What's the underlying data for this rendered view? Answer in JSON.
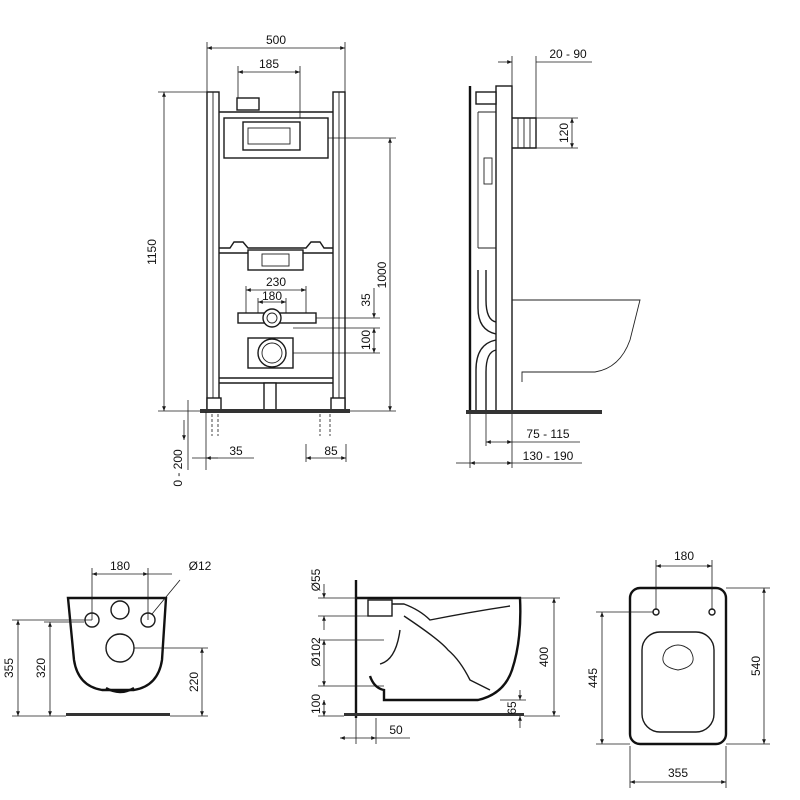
{
  "frame_front": {
    "width": "500",
    "cistern_width": "185",
    "total_height": "1150",
    "plate_height": "1000",
    "bolt_outer": "230",
    "bolt_inner": "180",
    "offset_top": "35",
    "offset_drain": "100",
    "feet_adjust": "0 - 200",
    "foot_left": "35",
    "foot_right": "85"
  },
  "frame_side": {
    "depth_adjust": "20 - 90",
    "supply_height": "120",
    "wall_gap_a": "75 - 115",
    "wall_gap_b": "130 - 190"
  },
  "bowl_front": {
    "bolt_spacing": "180",
    "bolt_diameter": "Ø12",
    "height_total": "355",
    "height_bolts": "320",
    "height_drain": "220"
  },
  "bowl_side": {
    "inlet_diameter": "Ø55",
    "outlet_diameter": "Ø102",
    "bowl_height": "400",
    "drain_height": "100",
    "drain_offset": "50",
    "base_height": "65"
  },
  "bowl_top": {
    "bolt_spacing": "180",
    "seat_length": "445",
    "bowl_length": "540",
    "bowl_width": "355"
  }
}
